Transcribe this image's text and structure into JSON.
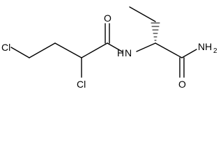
{
  "molecule": {
    "atoms": {
      "cl_left": "Cl",
      "cl_lower": "Cl",
      "o_amide": "O",
      "nh": "H",
      "n_of_nh": "N",
      "o_carbamoyl": "O",
      "nh2": "NH",
      "nh2_subscript": "2"
    },
    "colors": {
      "bond": "#000000",
      "text": "#000000",
      "background": "#ffffff"
    }
  }
}
